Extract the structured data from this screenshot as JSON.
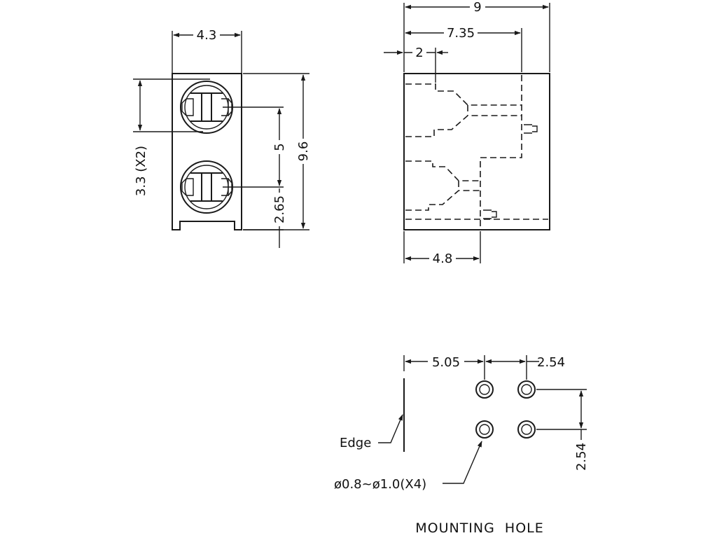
{
  "colors": {
    "line": "#1a1a1a",
    "background": "#ffffff"
  },
  "front_view": {
    "dims": {
      "width": "4.3",
      "pitch": "3.3 (X2)",
      "height": "9.6",
      "lens_spacing": "5",
      "bottom_offset": "2.65"
    }
  },
  "side_view": {
    "dims": {
      "overall": "9",
      "depth": "7.35",
      "tab": "2",
      "lower": "4.8"
    }
  },
  "mounting_hole": {
    "dims": {
      "edge_offset": "5.05",
      "pitch_x": "2.54",
      "pitch_y": "2.54"
    },
    "edge_label": "Edge",
    "hole_note": "ø0.8~ø1.0(X4)",
    "caption": "MOUNTING  HOLE"
  }
}
